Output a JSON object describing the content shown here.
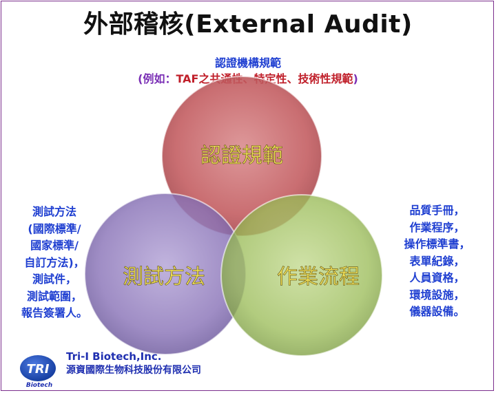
{
  "title": "外部稽核(External Audit)",
  "subtitle": "認證機構規範",
  "subnote": {
    "open": "(",
    "example_label": "例如：",
    "content": "TAF之共通性、特定性、技術性規範",
    "close": ")"
  },
  "circles": {
    "top": {
      "label": "認證規範",
      "color": "#c25a5e"
    },
    "left": {
      "label": "測試方法",
      "color": "#8a74b8"
    },
    "right": {
      "label": "作業流程",
      "color": "#9cbd5a"
    }
  },
  "left_list": [
    "測試方法",
    "(國際標準/",
    "國家標準/",
    "自訂方法)，",
    "測試件，",
    "測試範圍，",
    "報告簽署人。"
  ],
  "right_list": [
    "品質手冊，",
    "作業程序，",
    "操作標準書，",
    "表單紀錄，",
    "人員資格，",
    "環境設施，",
    "儀器設備。"
  ],
  "logo": {
    "mark_text": "TRI",
    "sub_text": "Biotech"
  },
  "company": {
    "name_en": "Tri-I Biotech,Inc.",
    "name_zh": "源資國際生物科技股份有限公司"
  },
  "colors": {
    "accent": "#1f3fd1",
    "label_text": "#f2e35a",
    "frame": "#7a2d8c"
  }
}
